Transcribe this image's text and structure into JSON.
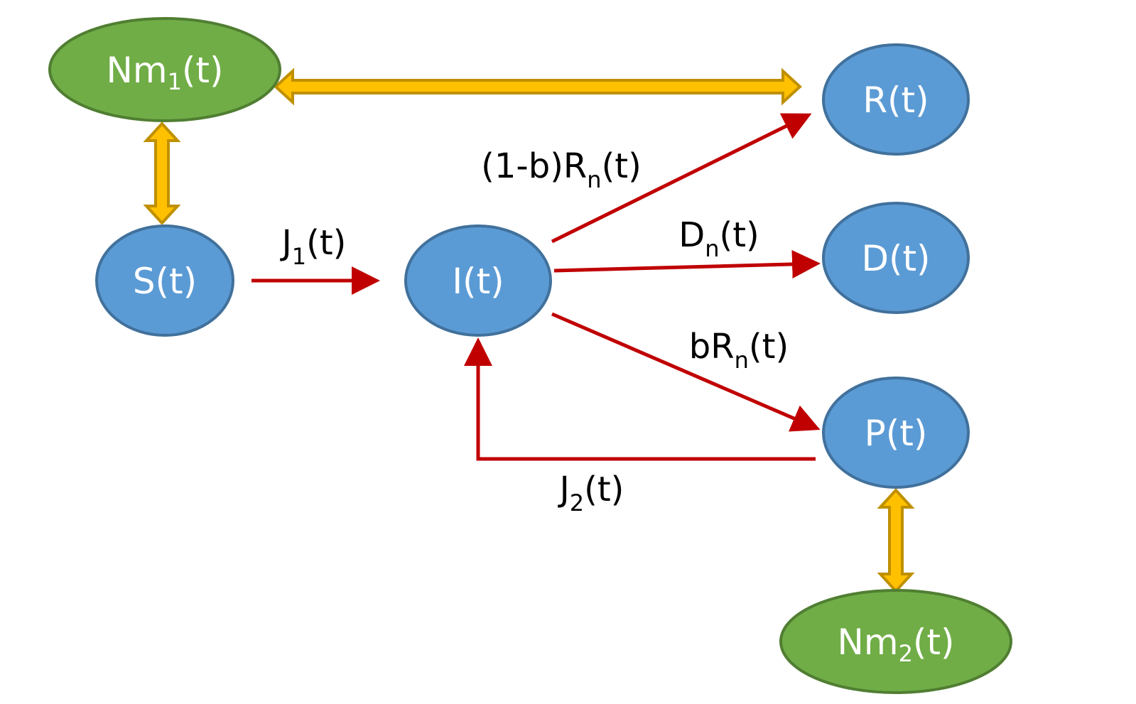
{
  "colors": {
    "blue_node_fill": "#5b9bd5",
    "blue_node_stroke": "#41719c",
    "green_node_fill": "#70ad47",
    "green_node_stroke": "#507e32",
    "flow_arrow": "#c00000",
    "link_arrow_fill": "#ffc000",
    "link_arrow_stroke": "#bf9000",
    "label_text": "#000000",
    "node_text": "#ffffff"
  },
  "nodes": {
    "nm1": {
      "base": "Nm",
      "sub": "1",
      "tail": "(t)"
    },
    "s": {
      "text": "S(t)"
    },
    "i": {
      "text": "I(t)"
    },
    "r": {
      "text": "R(t)"
    },
    "d": {
      "text": "D(t)"
    },
    "p": {
      "text": "P(t)"
    },
    "nm2": {
      "base": "Nm",
      "sub": "2",
      "tail": "(t)"
    }
  },
  "edges": {
    "s_to_i": {
      "base": "J",
      "sub": "1",
      "tail": "(t)"
    },
    "i_to_r": {
      "base": "(1-b)R",
      "sub": "n",
      "tail": "(t)"
    },
    "i_to_d": {
      "base": "D",
      "sub": "n",
      "tail": "(t)"
    },
    "i_to_p": {
      "base": "bR",
      "sub": "n",
      "tail": "(t)"
    },
    "p_to_i": {
      "base": "J",
      "sub": "2",
      "tail": "(t)"
    }
  }
}
